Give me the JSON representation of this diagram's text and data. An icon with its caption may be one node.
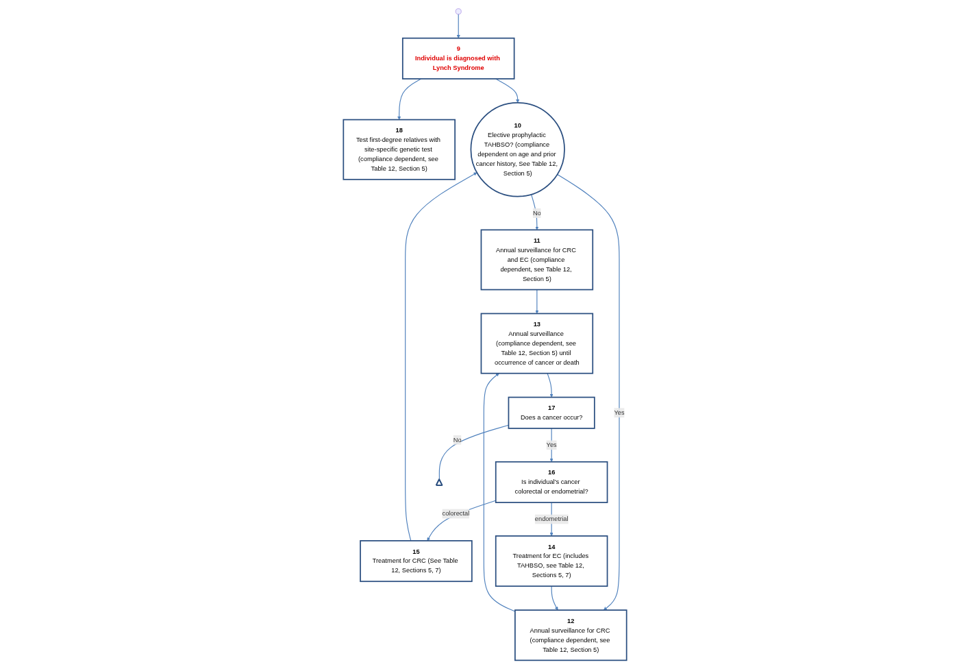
{
  "diagram": {
    "nodes": [
      {
        "text": [
          "18",
          "Test first-degree relatives with site-specific genetic test (compliance dependent, see Table 12, Section 5)"
        ]
      },
      {
        "text": [
          "10",
          "Elective prophylactic TAHBSO? (compliance dependent on age and prior cancer history, See Table 12, Section 5)"
        ]
      },
      {
        "text": [
          "11",
          "Annual surveillance for CRC and EC (compliance dependent, see Table 12, Section 5)"
        ]
      },
      {
        "text": [
          "12",
          "Annual surveillance for CRC (compliance dependent, see Table 12, Section 5)"
        ]
      },
      {
        "text": [
          "9",
          "Individual is diagnosed with Lynch Syndrome"
        ]
      },
      {
        "text": [
          "13",
          "Annual surveillance (compliance dependent, see Table 12, Section 5) until occurrence of cancer or death"
        ]
      },
      {
        "text": [
          "15",
          "Treatment for CRC (See Table 12, Sections 5, 7)"
        ]
      },
      {
        "text": [
          "14",
          "Treatment for EC (includes TAHBSO, see Table 12, Sections 5, 7)"
        ]
      },
      {
        "text": [
          "16",
          "Is individual's cancer colorectal or endometrial?"
        ]
      },
      {
        "text": [
          "17",
          "Does a cancer occur?"
        ]
      },
      {
        "text": [],
        "shape": "triangle"
      }
    ],
    "edges": [
      {
        "from": null,
        "to": 4,
        "arrow": "to"
      },
      {
        "from": 4,
        "to": 0,
        "arrow": "to"
      },
      {
        "from": 4,
        "to": 1,
        "arrow": "to"
      },
      {
        "from": 1,
        "to": 2,
        "arrow": "to",
        "label": "No"
      },
      {
        "from": 1,
        "to": 3,
        "arrow": "to",
        "label": "Yes"
      },
      {
        "from": 2,
        "to": 5,
        "arrow": "to"
      },
      {
        "from": 3,
        "to": 5,
        "arrow": "to"
      },
      {
        "from": 6,
        "to": 1,
        "arrow": "to"
      },
      {
        "from": 7,
        "to": 3,
        "arrow": "to"
      },
      {
        "from": 5,
        "to": 9,
        "arrow": "to"
      },
      {
        "from": 9,
        "to": 8,
        "arrow": "to",
        "label": "Yes"
      },
      {
        "from": 8,
        "to": 6,
        "arrow": "to",
        "label": "colorectal"
      },
      {
        "from": 8,
        "to": 7,
        "arrow": "to",
        "label": "endometrial"
      },
      {
        "from": 9,
        "to": 10,
        "arrow": "none",
        "label": "No"
      }
    ]
  }
}
